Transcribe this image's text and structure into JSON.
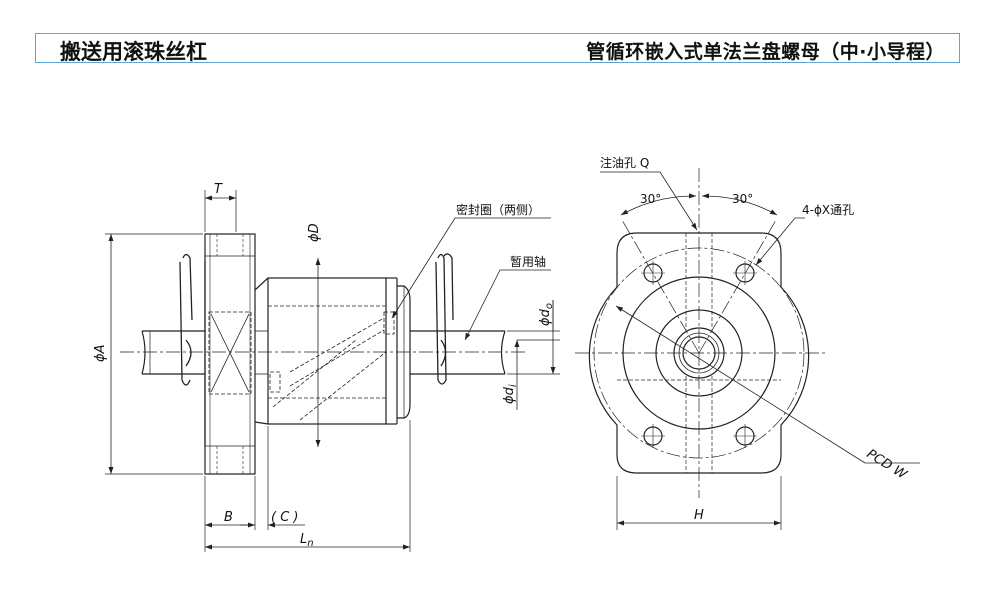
{
  "header": {
    "left_title": "搬送用滚珠丝杠",
    "right_title": "管循环嵌入式单法兰盘螺母（中·小导程）"
  },
  "labels": {
    "seal": "密封圈（两侧）",
    "temp_shaft": "暂用轴",
    "oil_hole": "注油孔 Q",
    "through_hole": "4-ϕX通孔",
    "pcd": "PCD W",
    "angle_left": "30°",
    "angle_right": "30°"
  },
  "dimensions": {
    "T": "T",
    "D": "ϕD",
    "A": "ϕA",
    "do_label": "ϕd",
    "do_sub": "o",
    "di_label": "ϕd",
    "di_sub": "i",
    "B": "B",
    "C": "( C )",
    "Ln_label": "L",
    "Ln_sub": "n",
    "H": "H"
  },
  "colors": {
    "line": "#222222",
    "border": "#5aa7d6"
  }
}
